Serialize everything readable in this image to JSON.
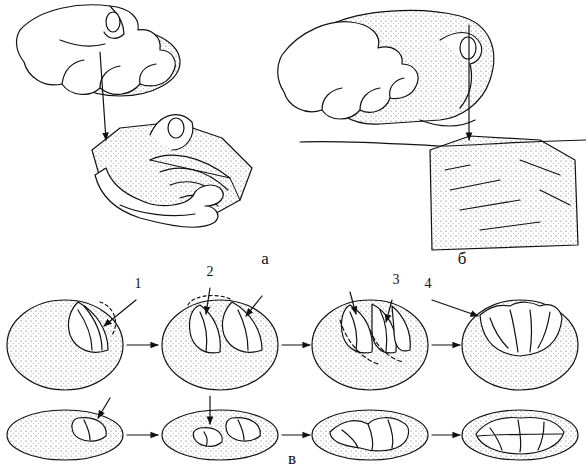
{
  "diagram": {
    "labels": [
      "а",
      "б",
      "1",
      "2",
      "3",
      "4",
      "в"
    ]
  }
}
